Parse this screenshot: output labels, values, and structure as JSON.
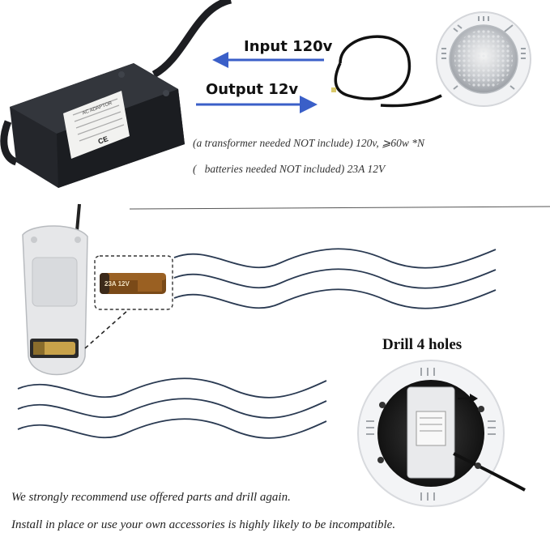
{
  "arrows": {
    "input_label": "Input 120v",
    "output_label": "Output 12v"
  },
  "transformer": {
    "label_title": "AC ADAPTOR",
    "ce_mark": "CE"
  },
  "notes": {
    "transformer_note": "(a transformer needed NOT include) 120v, ⩾60w *N",
    "battery_note": "(   batteries needed NOT included) 23A 12V"
  },
  "battery": {
    "label": "23A 12V"
  },
  "drill": {
    "title": "Drill 4 holes"
  },
  "footer": {
    "line1": "We strongly recommend use offered parts and drill again.",
    "line2": "Install in place or use your own accessories is highly likely to be incompatible."
  },
  "colors": {
    "arrow_blue": "#3a5fc8",
    "wave": "#2a3a52",
    "transformer_body": "#24262b"
  }
}
